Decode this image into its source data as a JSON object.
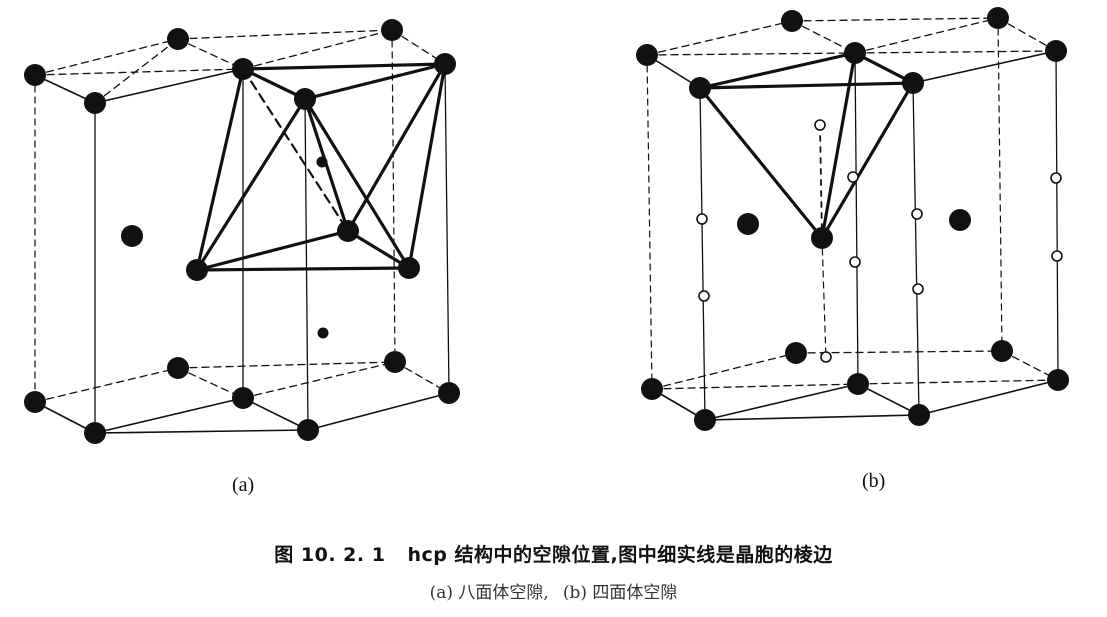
{
  "figure": {
    "subfigure_a_label": "(a)",
    "subfigure_b_label": "(b)"
  },
  "caption": {
    "number": "图 10. 2. 1",
    "text": "hcp 结构中的空隙位置,图中细实线是晶胞的棱边",
    "sub_a": "(a) 八面体空隙,",
    "sub_b": "(b) 四面体空隙"
  },
  "colors": {
    "ink": "#111111",
    "paper": "#ffffff"
  }
}
